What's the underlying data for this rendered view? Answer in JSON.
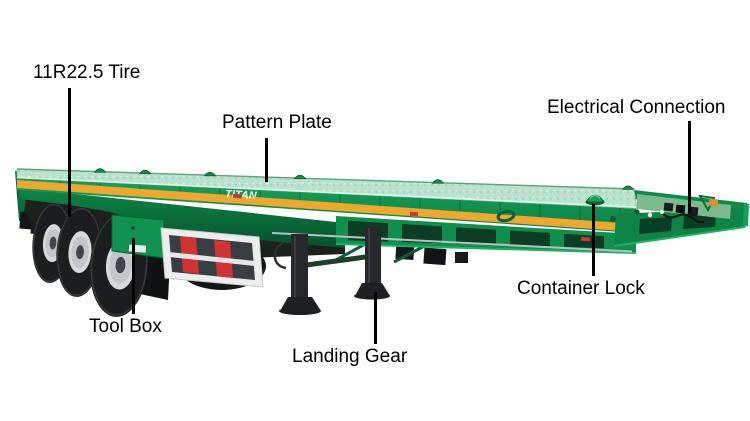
{
  "diagram": {
    "type": "product-callout-diagram",
    "subject": "flatbed-semi-trailer",
    "brand_logo": "TITAN",
    "labels": {
      "tire": "11R22.5 Tire",
      "pattern_plate": "Pattern Plate",
      "electrical_connection": "Electrical Connection",
      "container_lock": "Container Lock",
      "tool_box": "Tool Box",
      "landing_gear": "Landing Gear"
    },
    "colors": {
      "trailer_green": "#0E8F4C",
      "deck_mint": "#B9E1CD",
      "stripe_yellow": "#F0A72E",
      "reflector_red": "#CF3434",
      "guard_white": "#ECEDED",
      "label_text": "#000000",
      "background": "#FFFFFF"
    }
  }
}
